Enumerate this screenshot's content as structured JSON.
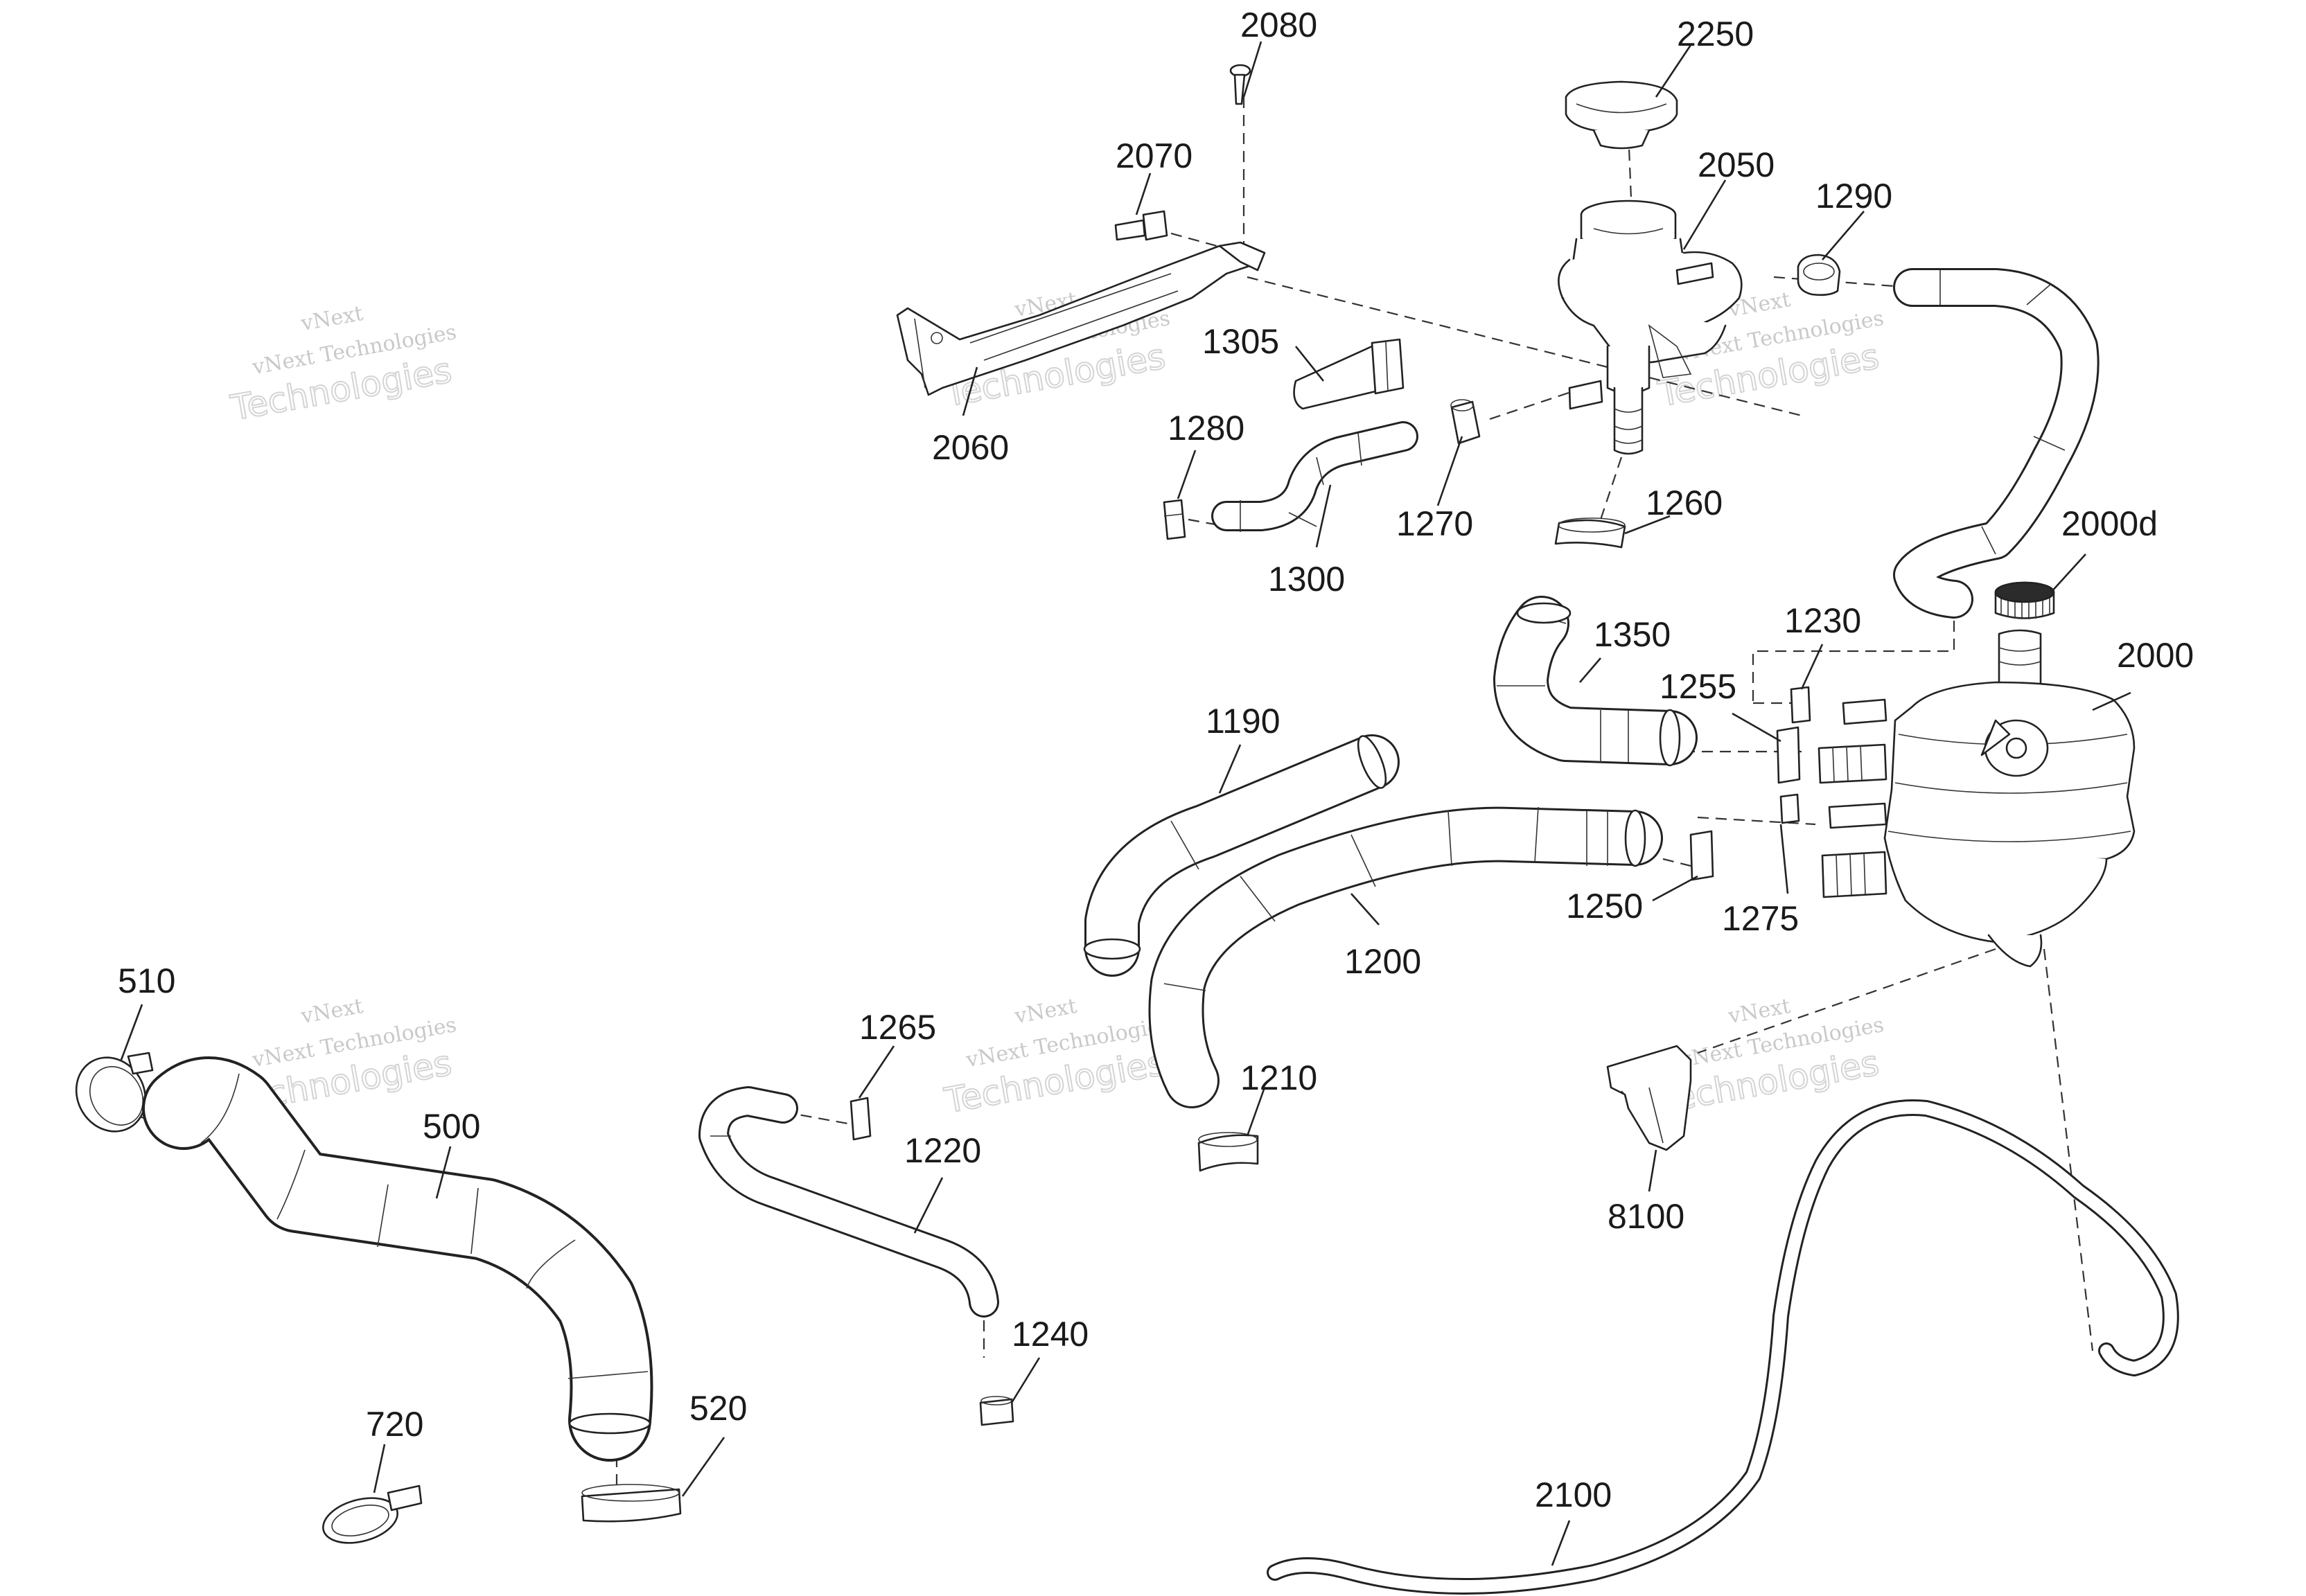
{
  "labels": {
    "l2080": "2080",
    "l2250": "2250",
    "l2070": "2070",
    "l2050": "2050",
    "l1290": "1290",
    "l1305": "1305",
    "l1280": "1280",
    "l2060": "2060",
    "l1270": "1270",
    "l1300": "1300",
    "l1260": "1260",
    "l2000d": "2000d",
    "l1230": "1230",
    "l1350": "1350",
    "l2000": "2000",
    "l1255": "1255",
    "l1190": "1190",
    "l1250": "1250",
    "l1275": "1275",
    "l1200": "1200",
    "l510": "510",
    "l1265": "1265",
    "l1210": "1210",
    "l500": "500",
    "l1220": "1220",
    "l8100": "8100",
    "l1240": "1240",
    "l720": "720",
    "l520": "520",
    "l2100": "2100"
  },
  "watermark": {
    "line1": "vNext",
    "line2": "vNext Technologies",
    "line3": "Technologies"
  },
  "colors": {
    "line": "#222222",
    "watermark": "#cccccc",
    "background": "#ffffff"
  }
}
